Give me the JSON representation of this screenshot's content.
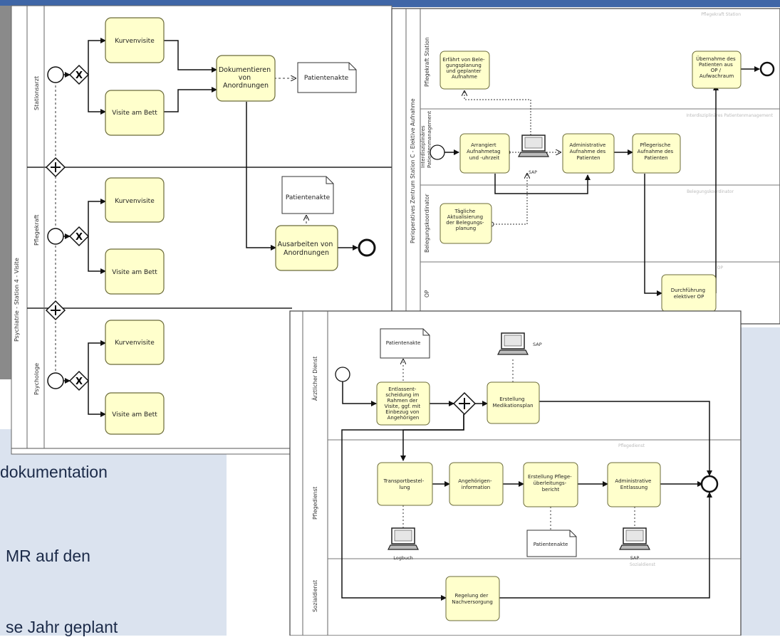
{
  "slide": {
    "bullets": [
      "dokumentation",
      "MR auf den",
      "se Jahr geplant"
    ],
    "colors": {
      "slide_bg": "#ffffff",
      "panel": "#dbe3ef",
      "top_rule": "#3f66a7",
      "task": "#ffffcc",
      "task_border": "#6b6b3a"
    }
  },
  "diagram1": {
    "pool": "Psychiatrie - Station 4 - Visite",
    "lanes": [
      "Stationsarzt",
      "Pflegekraft",
      "Psychologe"
    ],
    "t_kurvenvisite": "Kurvenvisite",
    "t_visite_bett": "Visite am Bett",
    "t_dokumentieren": [
      "Dokumentieren",
      "von",
      "Anordnungen"
    ],
    "t_ausarbeiten": [
      "Ausarbeiten von",
      "Anordnungen"
    ],
    "doc": "Patientenakte"
  },
  "diagram2": {
    "pool": "Perioperatives Zentrum Station C - Elektive Aufnahme",
    "lanes": [
      "Pflegekraft Station",
      "Interdisziplinäres",
      "Patientenmanagement",
      "Belegungskoordinator",
      "OP"
    ],
    "lane_tags": [
      "Pflegekraft Station",
      "Interdisziplinäres Patientenmanagement",
      "Belegungskoordinator",
      "OP"
    ],
    "t_erfaehrt": [
      "Erfährt von Bele-",
      "gungsplanung",
      "und geplanter",
      "Aufnahme"
    ],
    "t_uebernahme": [
      "Übernahme des",
      "Patienten aus",
      "OP /",
      "Aufwachraum"
    ],
    "t_arrangiert": [
      "Arrangiert",
      "Aufnahmetag",
      "und -uhrzeit"
    ],
    "t_admin": [
      "Administrative",
      "Aufnahme des",
      "Patienten"
    ],
    "t_pfleg": [
      "Pflegerische",
      "Aufnahme des",
      "Patienten"
    ],
    "t_taeglich": [
      "Tägliche",
      "Aktualisierung",
      "der Belegungs-",
      "planung"
    ],
    "t_durch": [
      "Durchführung",
      "elektiver OP"
    ],
    "sap": "SAP"
  },
  "diagram3": {
    "lanes": [
      "Ärztlicher Dienst",
      "Pflegedienst",
      "Sozialdienst"
    ],
    "lane_tags": [
      "Pflegedienst",
      "Sozialdienst"
    ],
    "doc_top": "Patientenakte",
    "doc_mid": "Patientenakte",
    "sap": "SAP",
    "logbuch": "Logbuch",
    "t_entlass": [
      "Entlassent-",
      "scheidung im",
      "Rahmen der",
      "Visite, ggf. mit",
      "Einbezug von",
      "Angehörigen"
    ],
    "t_medplan": [
      "Erstellung",
      "Medikationsplan"
    ],
    "t_transport": [
      "Transportbestel-",
      "lung"
    ],
    "t_angeh": [
      "Angehörigen-",
      "information"
    ],
    "t_pflegebericht": [
      "Erstellung Pflege-",
      "überleitungs-",
      "bericht"
    ],
    "t_adminent": [
      "Administrative",
      "Entlassung"
    ],
    "t_regelung": [
      "Regelung der",
      "Nachversorgung"
    ]
  }
}
